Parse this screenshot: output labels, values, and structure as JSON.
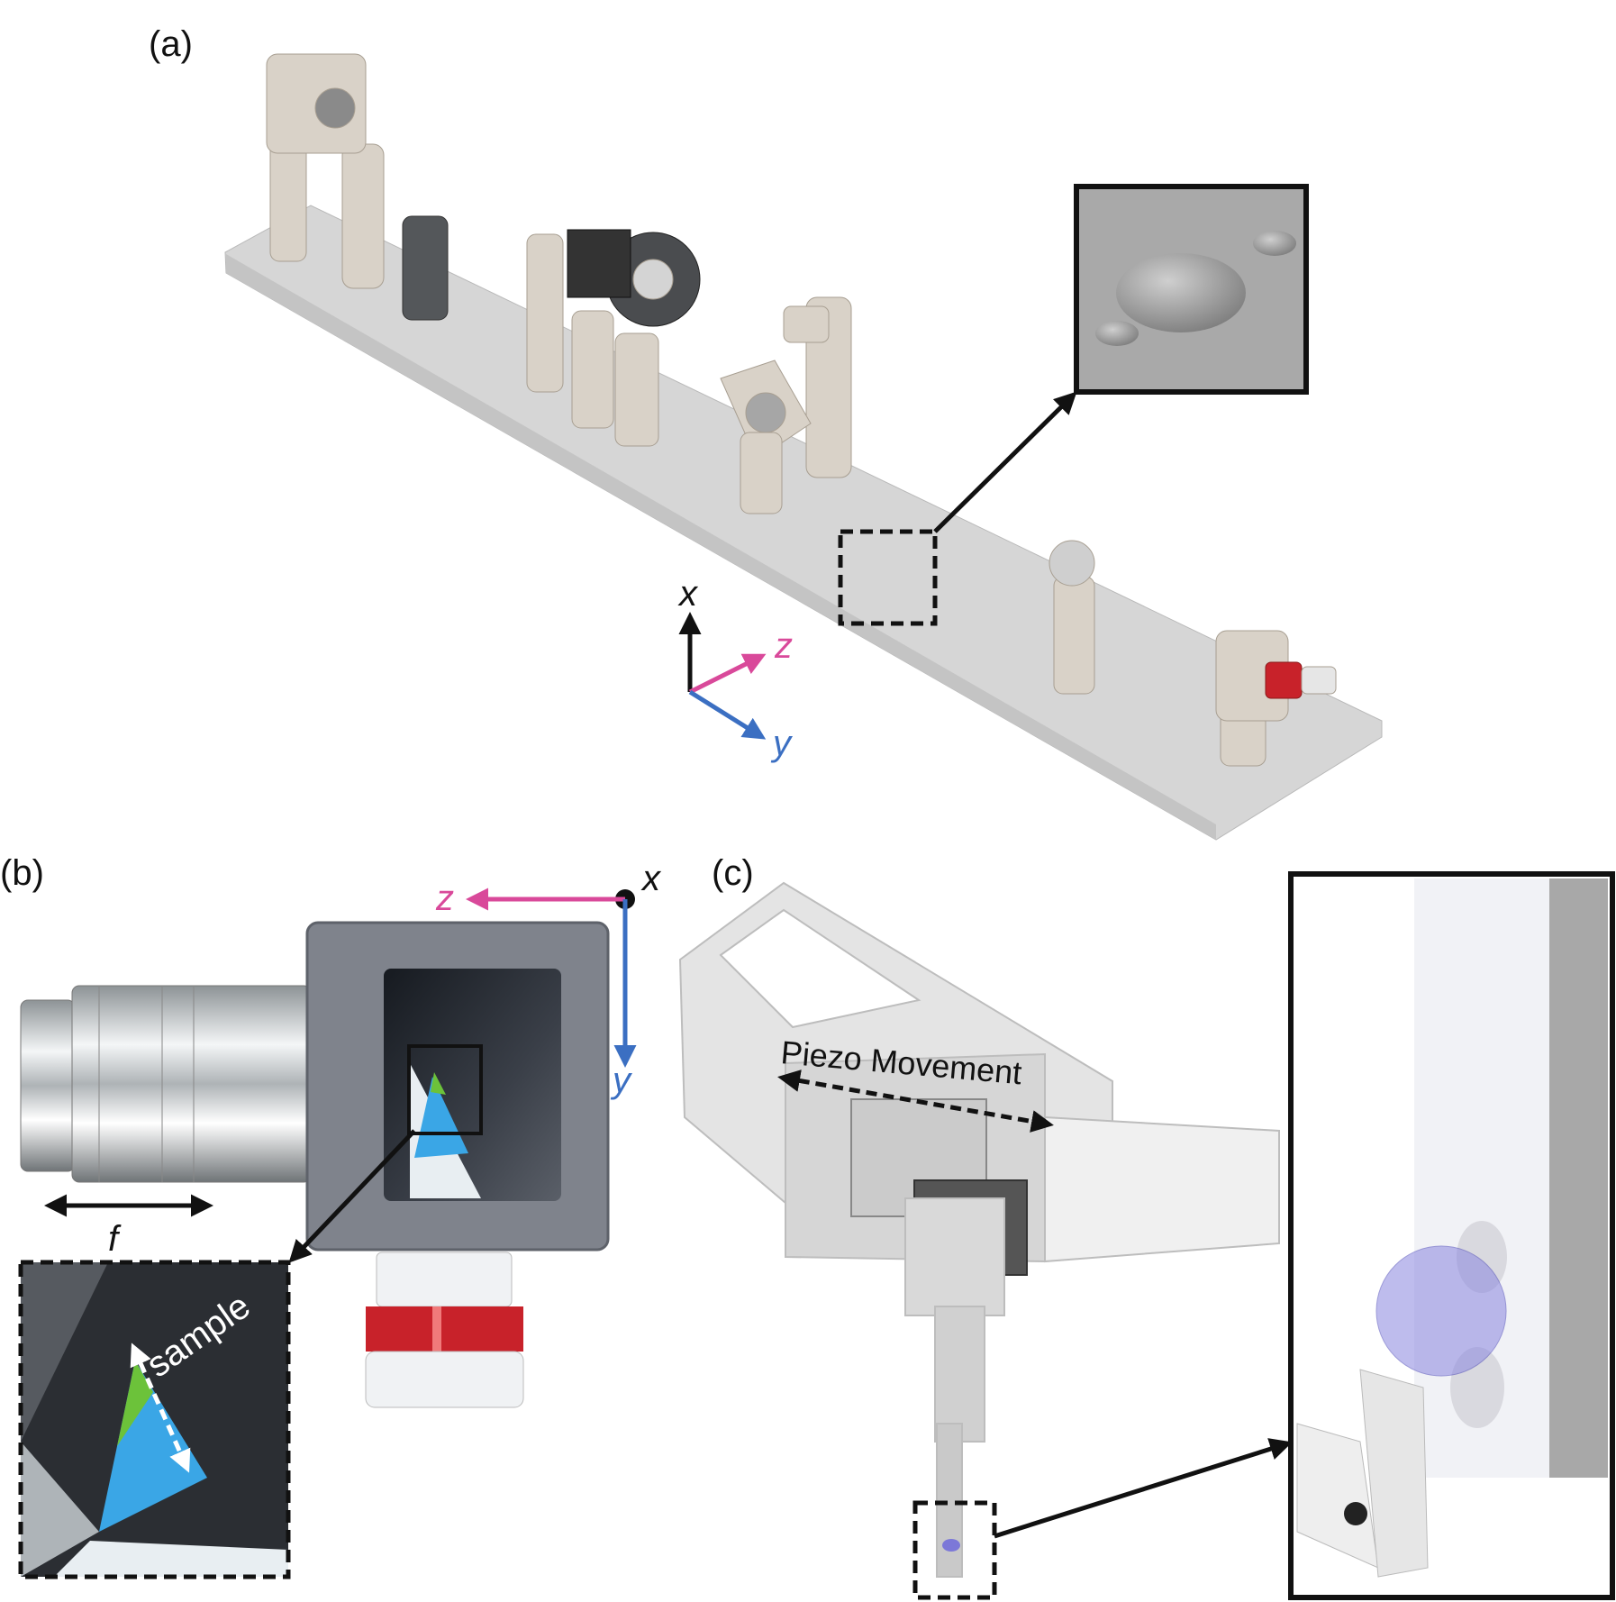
{
  "panels": {
    "a": {
      "label": "(a)"
    },
    "b": {
      "label": "(b)",
      "focal_label": "f",
      "sample_label": "sample"
    },
    "c": {
      "label": "(c)",
      "piezo_label": "Piezo Movement"
    }
  },
  "axes": {
    "x": "x",
    "y": "y",
    "z": "z"
  },
  "colors": {
    "z_axis": "#d9499a",
    "y_axis": "#3b6fc2",
    "x_axis": "#111111",
    "green_sample": "#6cc23a",
    "blue_prism": "#3aa6e6",
    "red_band": "#c8222a",
    "inset_violet": "#8a86e0"
  }
}
